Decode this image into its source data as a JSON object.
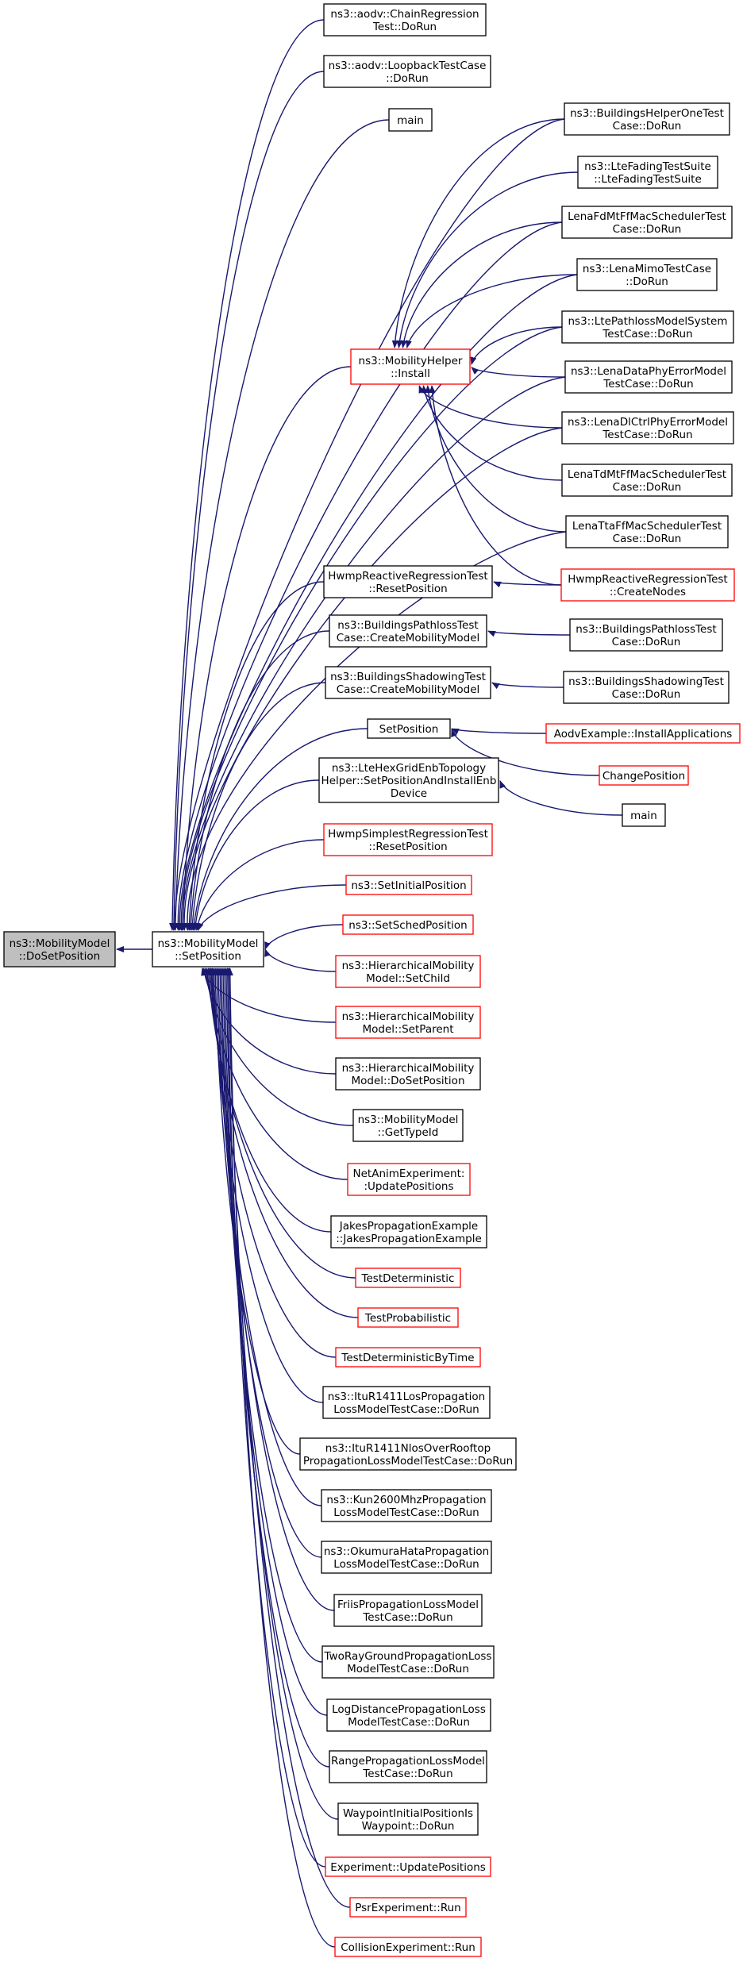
{
  "colors": {
    "edge": "#191970",
    "box_black": "#000000",
    "box_red": "#ff0000",
    "box_fill": "#ffffff",
    "box_selected_fill": "#bfbfbf"
  },
  "nodes": [
    {
      "id": "n_doset",
      "lines": [
        "ns3::MobilityModel",
        "::DoSetPosition"
      ],
      "border": "black",
      "selected": true
    },
    {
      "id": "n_setpos",
      "lines": [
        "ns3::MobilityModel",
        "::SetPosition"
      ],
      "border": "black"
    },
    {
      "id": "n_aodv_chain",
      "lines": [
        "ns3::aodv::ChainRegression",
        "Test::DoRun"
      ],
      "border": "black"
    },
    {
      "id": "n_aodv_loop",
      "lines": [
        "ns3::aodv::LoopbackTestCase",
        "::DoRun"
      ],
      "border": "black"
    },
    {
      "id": "n_main1",
      "lines": [
        "main"
      ],
      "border": "black"
    },
    {
      "id": "n_mhinstall",
      "lines": [
        "ns3::MobilityHelper",
        "::Install"
      ],
      "border": "red"
    },
    {
      "id": "n_hwmp_reset",
      "lines": [
        "HwmpReactiveRegressionTest",
        "::ResetPosition"
      ],
      "border": "black"
    },
    {
      "id": "n_bpl_create",
      "lines": [
        "ns3::BuildingsPathlossTest",
        "Case::CreateMobilityModel"
      ],
      "border": "black"
    },
    {
      "id": "n_bsh_create",
      "lines": [
        "ns3::BuildingsShadowingTest",
        "Case::CreateMobilityModel"
      ],
      "border": "black"
    },
    {
      "id": "n_setposition",
      "lines": [
        "SetPosition"
      ],
      "border": "black"
    },
    {
      "id": "n_ltehex",
      "lines": [
        "ns3::LteHexGridEnbTopology",
        "Helper::SetPositionAndInstallEnb",
        "Device"
      ],
      "border": "black"
    },
    {
      "id": "n_hwmpsimplest",
      "lines": [
        "HwmpSimplestRegressionTest",
        "::ResetPosition"
      ],
      "border": "red"
    },
    {
      "id": "n_setinit",
      "lines": [
        "ns3::SetInitialPosition"
      ],
      "border": "red"
    },
    {
      "id": "n_setsched",
      "lines": [
        "ns3::SetSchedPosition"
      ],
      "border": "red"
    },
    {
      "id": "n_hier_child",
      "lines": [
        "ns3::HierarchicalMobility",
        "Model::SetChild"
      ],
      "border": "red"
    },
    {
      "id": "n_hier_parent",
      "lines": [
        "ns3::HierarchicalMobility",
        "Model::SetParent"
      ],
      "border": "red"
    },
    {
      "id": "n_hier_doset",
      "lines": [
        "ns3::HierarchicalMobility",
        "Model::DoSetPosition"
      ],
      "border": "black"
    },
    {
      "id": "n_gettypeid",
      "lines": [
        "ns3::MobilityModel",
        "::GetTypeId"
      ],
      "border": "black"
    },
    {
      "id": "n_netanim",
      "lines": [
        "NetAnimExperiment:",
        ":UpdatePositions"
      ],
      "border": "red"
    },
    {
      "id": "n_jakes",
      "lines": [
        "JakesPropagationExample",
        "::JakesPropagationExample"
      ],
      "border": "black"
    },
    {
      "id": "n_testdet",
      "lines": [
        "TestDeterministic"
      ],
      "border": "red"
    },
    {
      "id": "n_testprob",
      "lines": [
        "TestProbabilistic"
      ],
      "border": "red"
    },
    {
      "id": "n_testdettime",
      "lines": [
        "TestDeterministicByTime"
      ],
      "border": "red"
    },
    {
      "id": "n_itulos",
      "lines": [
        "ns3::ItuR1411LosPropagation",
        "LossModelTestCase::DoRun"
      ],
      "border": "black"
    },
    {
      "id": "n_itunlos",
      "lines": [
        "ns3::ItuR1411NlosOverRooftop",
        "PropagationLossModelTestCase::DoRun"
      ],
      "border": "black"
    },
    {
      "id": "n_kun",
      "lines": [
        "ns3::Kun2600MhzPropagation",
        "LossModelTestCase::DoRun"
      ],
      "border": "black"
    },
    {
      "id": "n_okumura",
      "lines": [
        "ns3::OkumuraHataPropagation",
        "LossModelTestCase::DoRun"
      ],
      "border": "black"
    },
    {
      "id": "n_friis",
      "lines": [
        "FriisPropagationLossModel",
        "TestCase::DoRun"
      ],
      "border": "black"
    },
    {
      "id": "n_tworay",
      "lines": [
        "TwoRayGroundPropagationLoss",
        "ModelTestCase::DoRun"
      ],
      "border": "black"
    },
    {
      "id": "n_logdist",
      "lines": [
        "LogDistancePropagationLoss",
        "ModelTestCase::DoRun"
      ],
      "border": "black"
    },
    {
      "id": "n_range",
      "lines": [
        "RangePropagationLossModel",
        "TestCase::DoRun"
      ],
      "border": "black"
    },
    {
      "id": "n_waypoint",
      "lines": [
        "WaypointInitialPositionIs",
        "Waypoint::DoRun"
      ],
      "border": "black"
    },
    {
      "id": "n_exp_update",
      "lines": [
        "Experiment::UpdatePositions"
      ],
      "border": "red"
    },
    {
      "id": "n_psr",
      "lines": [
        "PsrExperiment::Run"
      ],
      "border": "red"
    },
    {
      "id": "n_collision",
      "lines": [
        "CollisionExperiment::Run"
      ],
      "border": "red"
    },
    {
      "id": "n_bhone",
      "lines": [
        "ns3::BuildingsHelperOneTest",
        "Case::DoRun"
      ],
      "border": "black"
    },
    {
      "id": "n_ltefading",
      "lines": [
        "ns3::LteFadingTestSuite",
        "::LteFadingTestSuite"
      ],
      "border": "black"
    },
    {
      "id": "n_lenafdmt",
      "lines": [
        "LenaFdMtFfMacSchedulerTest",
        "Case::DoRun"
      ],
      "border": "black"
    },
    {
      "id": "n_lenamimo",
      "lines": [
        "ns3::LenaMimoTestCase",
        "::DoRun"
      ],
      "border": "black"
    },
    {
      "id": "n_ltepathloss",
      "lines": [
        "ns3::LtePathlossModelSystem",
        "TestCase::DoRun"
      ],
      "border": "black"
    },
    {
      "id": "n_lenadata",
      "lines": [
        "ns3::LenaDataPhyErrorModel",
        "TestCase::DoRun"
      ],
      "border": "black"
    },
    {
      "id": "n_lenadlctrl",
      "lines": [
        "ns3::LenaDlCtrlPhyErrorModel",
        "TestCase::DoRun"
      ],
      "border": "black"
    },
    {
      "id": "n_lenatdmt",
      "lines": [
        "LenaTdMtFfMacSchedulerTest",
        "Case::DoRun"
      ],
      "border": "black"
    },
    {
      "id": "n_lenatta",
      "lines": [
        "LenaTtaFfMacSchedulerTest",
        "Case::DoRun"
      ],
      "border": "black"
    },
    {
      "id": "n_hwmp_create",
      "lines": [
        "HwmpReactiveRegressionTest",
        "::CreateNodes"
      ],
      "border": "red"
    },
    {
      "id": "n_bpl_run",
      "lines": [
        "ns3::BuildingsPathlossTest",
        "Case::DoRun"
      ],
      "border": "black"
    },
    {
      "id": "n_bsh_run",
      "lines": [
        "ns3::BuildingsShadowingTest",
        "Case::DoRun"
      ],
      "border": "black"
    },
    {
      "id": "n_aodvex",
      "lines": [
        "AodvExample::InstallApplications"
      ],
      "border": "red"
    },
    {
      "id": "n_changepos",
      "lines": [
        "ChangePosition"
      ],
      "border": "red"
    },
    {
      "id": "n_main2",
      "lines": [
        "main"
      ],
      "border": "black"
    }
  ]
}
